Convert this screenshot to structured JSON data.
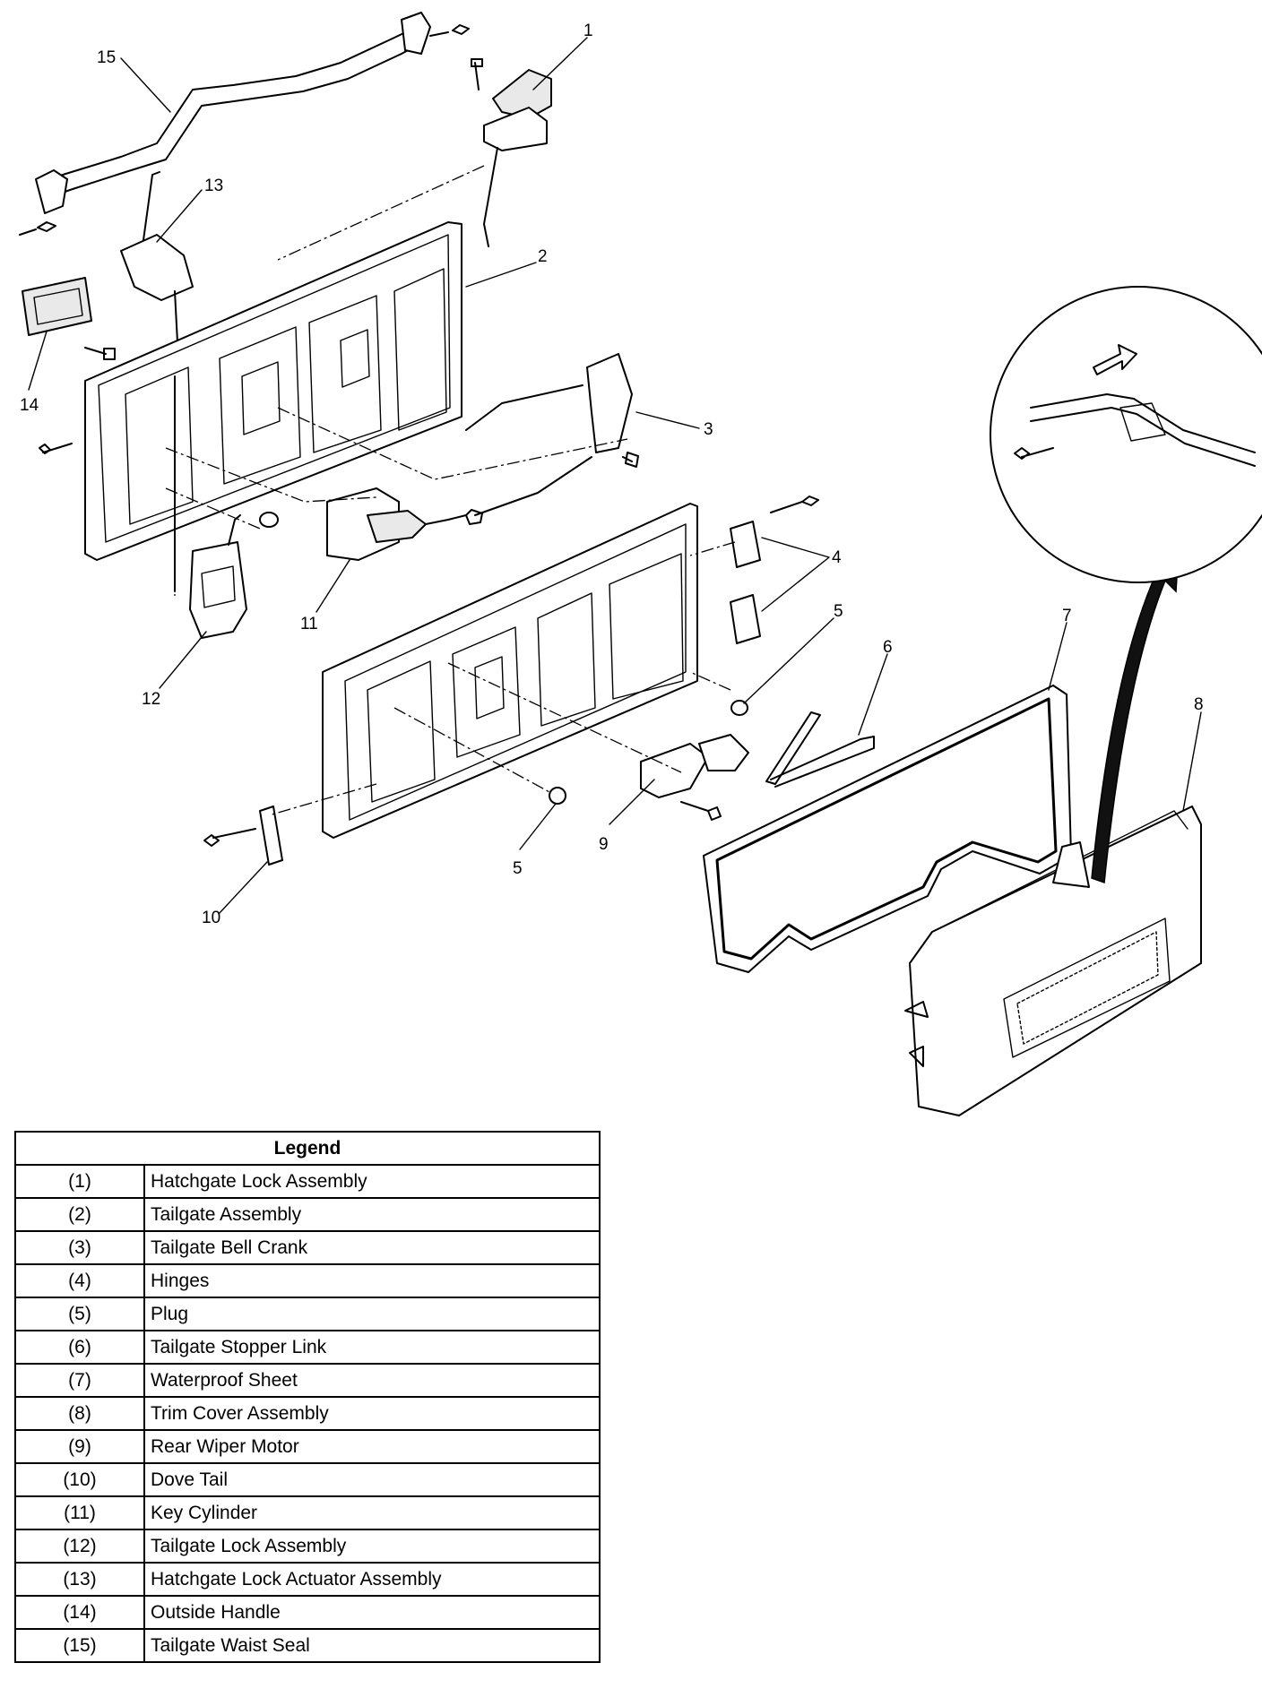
{
  "callouts": [
    "1",
    "2",
    "3",
    "4",
    "5",
    "5",
    "6",
    "7",
    "8",
    "9",
    "10",
    "11",
    "12",
    "13",
    "14",
    "15"
  ],
  "legend": {
    "title": "Legend",
    "rows": [
      {
        "num": "(1)",
        "name": "Hatchgate Lock Assembly"
      },
      {
        "num": "(2)",
        "name": "Tailgate Assembly"
      },
      {
        "num": "(3)",
        "name": "Tailgate Bell Crank"
      },
      {
        "num": "(4)",
        "name": "Hinges"
      },
      {
        "num": "(5)",
        "name": "Plug"
      },
      {
        "num": "(6)",
        "name": "Tailgate Stopper Link"
      },
      {
        "num": "(7)",
        "name": "Waterproof Sheet"
      },
      {
        "num": "(8)",
        "name": "Trim Cover Assembly"
      },
      {
        "num": "(9)",
        "name": "Rear Wiper Motor"
      },
      {
        "num": "(10)",
        "name": "Dove Tail"
      },
      {
        "num": "(11)",
        "name": "Key Cylinder"
      },
      {
        "num": "(12)",
        "name": "Tailgate Lock Assembly"
      },
      {
        "num": "(13)",
        "name": "Hatchgate Lock Actuator Assembly"
      },
      {
        "num": "(14)",
        "name": "Outside Handle"
      },
      {
        "num": "(15)",
        "name": "Tailgate Waist Seal"
      }
    ]
  }
}
